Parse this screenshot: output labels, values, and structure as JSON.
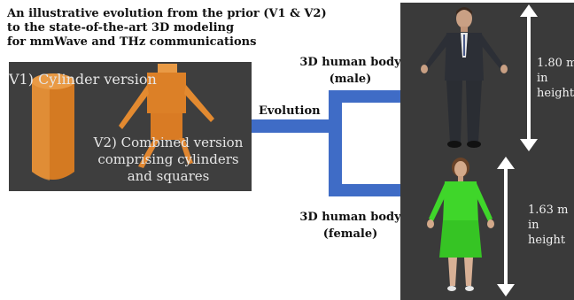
{
  "title": {
    "line1": "An illustrative evolution from the prior (V1 & V2)",
    "line2": "to the state-of-the-art 3D modeling",
    "line3": "for mmWave and THz communications"
  },
  "prior": {
    "v1_label": "V1) Cylinder version",
    "v2_line1": "V2) Combined version",
    "v2_line2": "comprising cylinders",
    "v2_line3": "and squares"
  },
  "evolution_label": "Evolution",
  "male": {
    "label_line1": "3D human body",
    "label_line2": "(male)",
    "height_value": "1.80 m",
    "height_in": "in",
    "height_word": "height"
  },
  "female": {
    "label_line1": "3D human body",
    "label_line2": "(female)",
    "height_value": "1.63 m",
    "height_in": "in",
    "height_word": "height"
  },
  "colors": {
    "connector": "#3f6cc6",
    "panel": "#3e3e3e",
    "model_orange": "#e0862a",
    "suit": "#2c2f36",
    "dress": "#3fd62a",
    "arrow": "#ffffff"
  }
}
